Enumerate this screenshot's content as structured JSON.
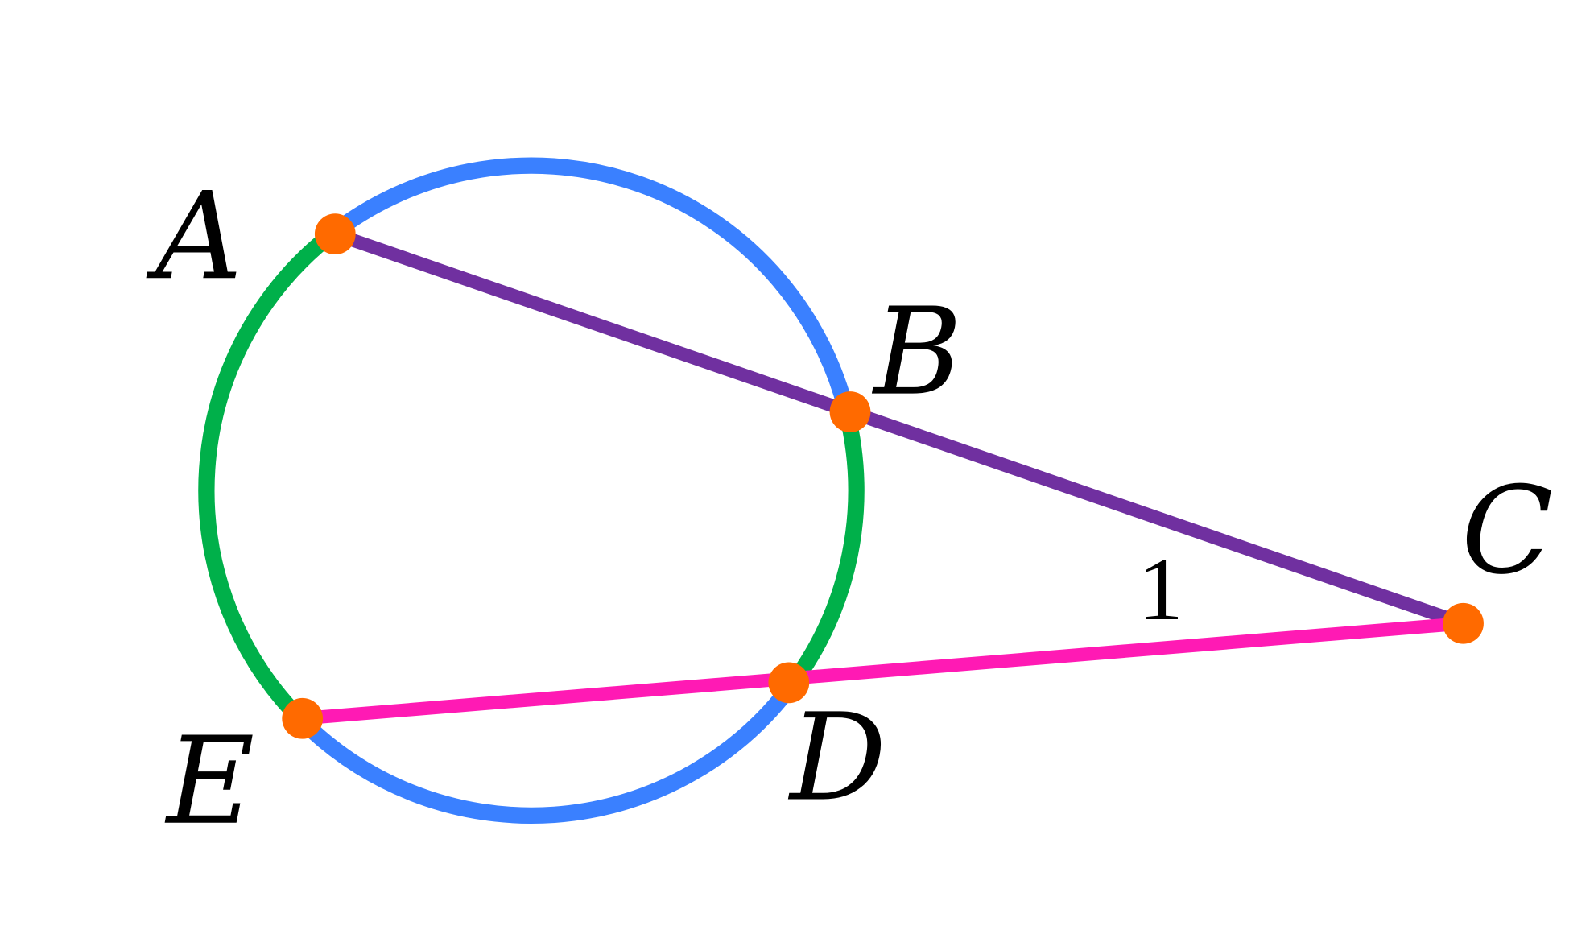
{
  "labels": {
    "A": "A",
    "B": "B",
    "C": "C",
    "D": "D",
    "E": "E",
    "angle": "1"
  },
  "colors": {
    "arc_blue": "#3a80ff",
    "arc_green": "#00b04a",
    "segment_ac": "#7030a0",
    "segment_ec": "#ff1ab4",
    "point": "#ff6a00",
    "text": "#000000"
  }
}
